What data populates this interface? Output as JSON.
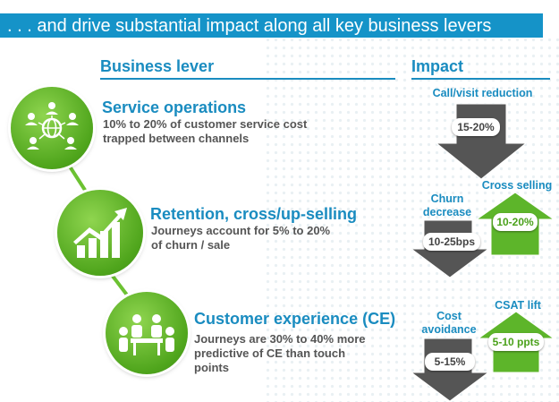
{
  "title": ". . . and drive substantial impact along all key business levers",
  "columns": {
    "lever": "Business lever",
    "impact": "Impact"
  },
  "levers": [
    {
      "title": "Service operations",
      "desc": [
        "10% to 20% of customer service cost",
        "trapped between channels"
      ],
      "icon": "customer-network-icon"
    },
    {
      "title": "Retention, cross/up-selling",
      "desc": [
        "Journeys account for 5% to 20%",
        "of churn / sale"
      ],
      "icon": "growth-chart-icon"
    },
    {
      "title": "Customer experience (CE)",
      "desc": [
        "Journeys are 30% to 40% more",
        "predictive of CE than touch",
        "points"
      ],
      "icon": "meeting-table-icon"
    }
  ],
  "impacts": {
    "call_visit": {
      "label": "Call/visit reduction",
      "value": "15-20%"
    },
    "churn": {
      "label": [
        "Churn",
        "decrease"
      ],
      "value": "10-25bps"
    },
    "cross_selling": {
      "label": "Cross selling",
      "value": "10-20%"
    },
    "cost": {
      "label": [
        "Cost",
        "avoidance"
      ],
      "value": "5-15%"
    },
    "csat": {
      "label": "CSAT lift",
      "value": "5-10 ppts"
    }
  },
  "colors": {
    "title_bar": "#1593c8",
    "heading": "#1a8cc0",
    "green": "#5db52a",
    "gray_arrow": "#555555"
  }
}
